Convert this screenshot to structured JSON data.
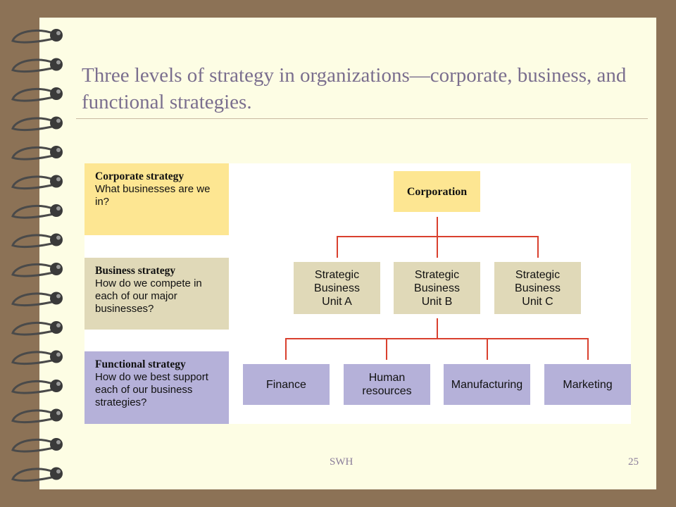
{
  "title": "Three levels of strategy in organizations—corporate, business, and functional strategies.",
  "levels": [
    {
      "title": "Corporate strategy",
      "description": "What businesses are we in?"
    },
    {
      "title": "Business strategy",
      "description": "How do we compete in each of our major businesses?"
    },
    {
      "title": "Functional strategy",
      "description": "How do we best support each of our business strategies?"
    }
  ],
  "corporation": "Corporation",
  "business_units": [
    "Strategic\nBusiness\nUnit A",
    "Strategic\nBusiness\nUnit B",
    "Strategic\nBusiness\nUnit C"
  ],
  "functions": [
    "Finance",
    "Human\nresources",
    "Manufacturing",
    "Marketing"
  ],
  "colors": {
    "corporate": "#fde692",
    "business": "#e0d9b8",
    "functional": "#b5b1d9",
    "connector": "#d9402e",
    "title_text": "#7a6e8e"
  },
  "footer": {
    "left": "SWH",
    "right": "25"
  }
}
